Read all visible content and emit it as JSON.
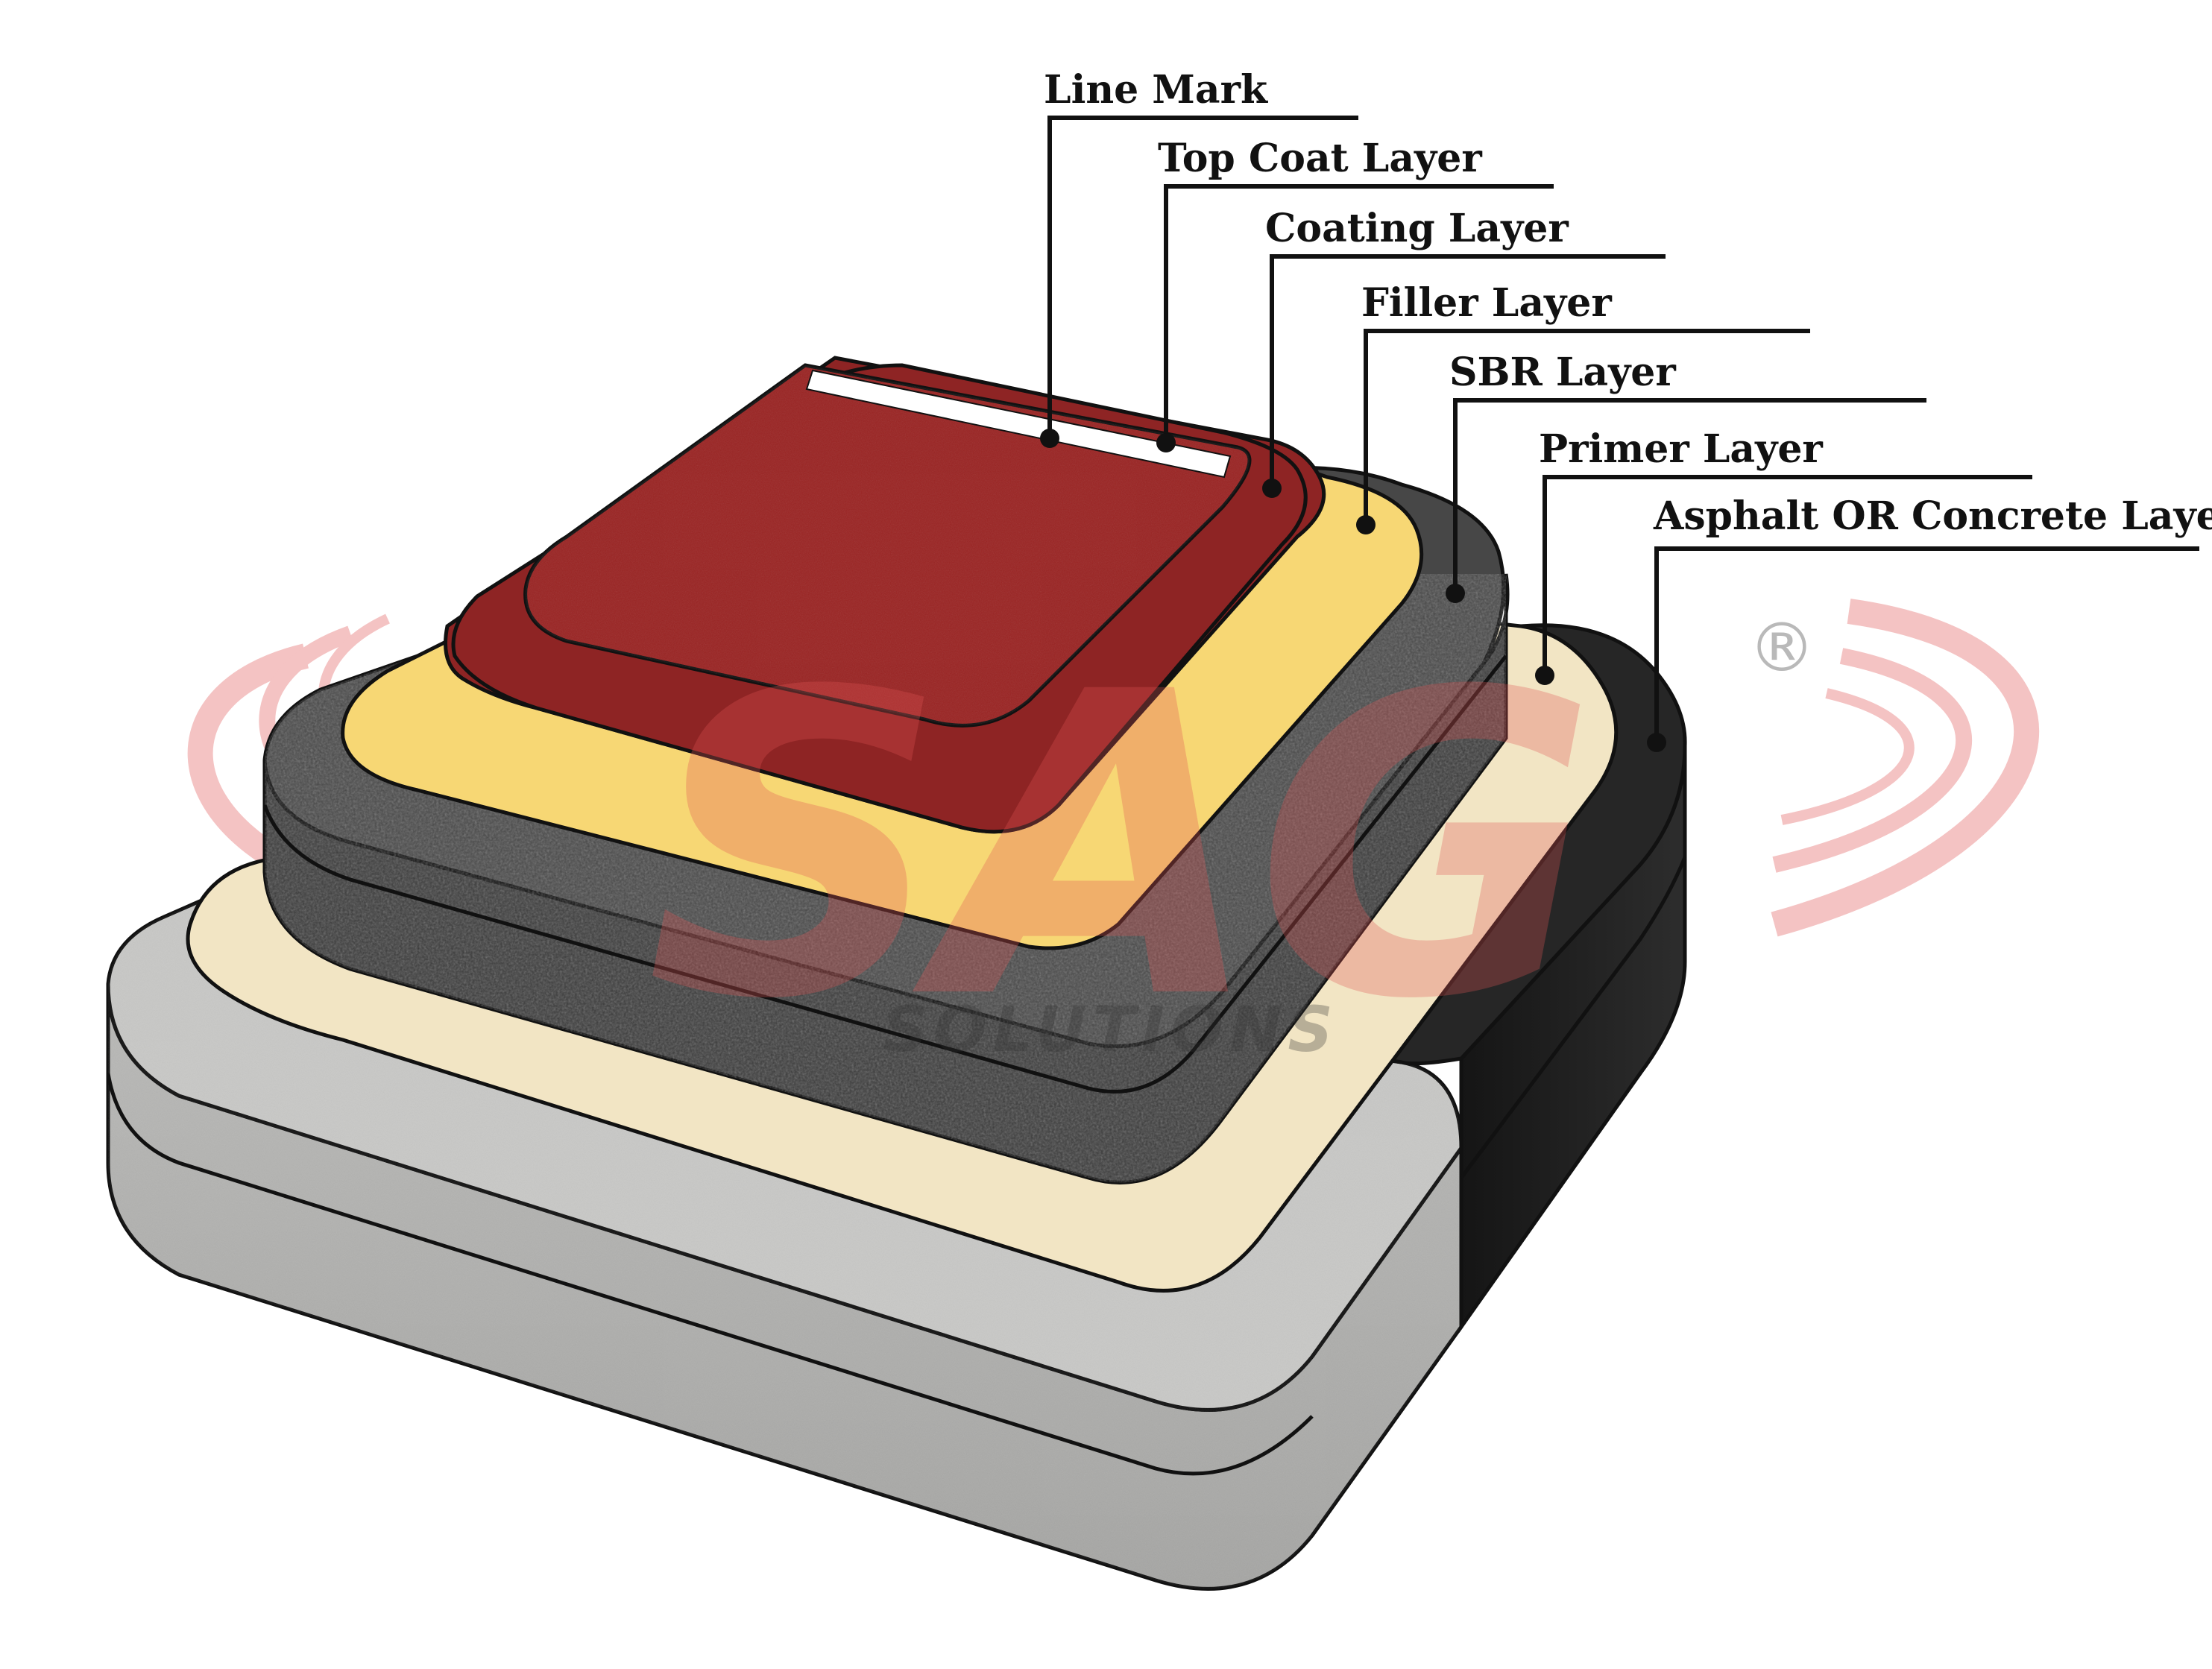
{
  "callouts": [
    {
      "id": "line-mark",
      "label": "Line Mark"
    },
    {
      "id": "top-coat",
      "label": "Top Coat Layer"
    },
    {
      "id": "coating",
      "label": "Coating Layer"
    },
    {
      "id": "filler",
      "label": "Filler Layer"
    },
    {
      "id": "sbr",
      "label": "SBR Layer"
    },
    {
      "id": "primer",
      "label": "Primer Layer"
    },
    {
      "id": "base",
      "label": "Asphalt OR Concrete Layer"
    }
  ],
  "watermark": {
    "text": "SAG",
    "tagline": "SOLUTIONS",
    "registered_mark": "®"
  },
  "colors": {
    "line_mark": "#ffffff",
    "top_coat": "#9a2322",
    "coating": "#8e2424",
    "filler": "#f7d774",
    "sbr": "#3c3c3c",
    "primer": "#f2e5c4",
    "asphalt": "#1e1e1e",
    "concrete": "#bdbdbb",
    "watermark": "#e15555"
  }
}
